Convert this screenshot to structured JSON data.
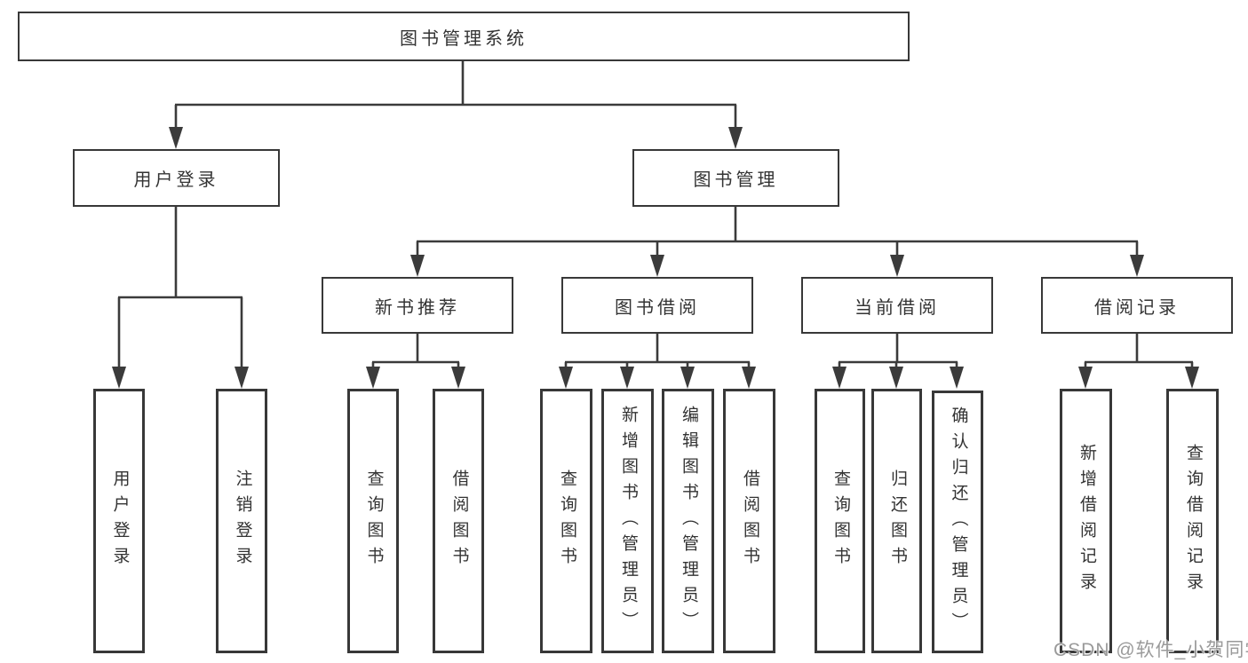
{
  "diagram": {
    "root": {
      "label": "图书管理系统"
    },
    "level2": {
      "left": {
        "label": "用户登录"
      },
      "right": {
        "label": "图书管理"
      }
    },
    "level3": [
      {
        "label": "新书推荐"
      },
      {
        "label": "图书借阅"
      },
      {
        "label": "当前借阅"
      },
      {
        "label": "借阅记录"
      }
    ],
    "leaves": {
      "login_group": [
        "用户登录",
        "注销登录"
      ],
      "recommend_group": [
        "查询图书",
        "借阅图书"
      ],
      "borrow_group": [
        "查询图书",
        "新增图书（管理员）",
        "编辑图书（管理员）",
        "借阅图书"
      ],
      "current_group": [
        "查询图书",
        "归还图书",
        "确认归还（管理员）"
      ],
      "record_group": [
        "新增借阅记录",
        "查询借阅记录"
      ]
    }
  },
  "watermark": {
    "text": "CSDN @软件_小贺同学"
  },
  "colors": {
    "line": "#3b3b3b",
    "box_border": "#383838",
    "text": "#333333",
    "background": "#ffffff",
    "watermark": "#9a9a9a"
  }
}
